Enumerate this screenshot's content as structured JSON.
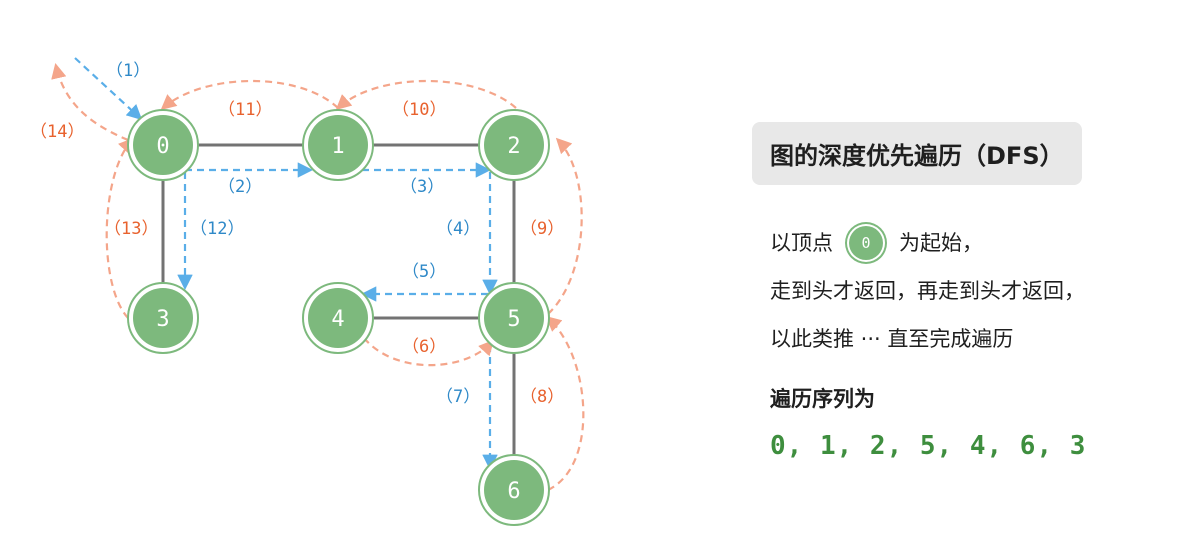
{
  "colors": {
    "node_fill": "#7db97d",
    "node_ring": "#7db97d",
    "edge": "#737373",
    "forward": "#5aaee8",
    "backtrack": "#f4a58a",
    "forward_text": "#2f89c8",
    "backtrack_text": "#e8622e"
  },
  "nodes": [
    {
      "id": 0,
      "label": "0"
    },
    {
      "id": 1,
      "label": "1"
    },
    {
      "id": 2,
      "label": "2"
    },
    {
      "id": 3,
      "label": "3"
    },
    {
      "id": 4,
      "label": "4"
    },
    {
      "id": 5,
      "label": "5"
    },
    {
      "id": 6,
      "label": "6"
    }
  ],
  "edges": [
    [
      0,
      1
    ],
    [
      1,
      2
    ],
    [
      0,
      3
    ],
    [
      2,
      5
    ],
    [
      4,
      5
    ],
    [
      5,
      6
    ]
  ],
  "steps": [
    {
      "label": "（1）",
      "kind": "forward"
    },
    {
      "label": "（2）",
      "kind": "forward"
    },
    {
      "label": "（3）",
      "kind": "forward"
    },
    {
      "label": "（4）",
      "kind": "forward"
    },
    {
      "label": "（5）",
      "kind": "forward"
    },
    {
      "label": "（6）",
      "kind": "backtrack"
    },
    {
      "label": "（7）",
      "kind": "forward"
    },
    {
      "label": "（8）",
      "kind": "backtrack"
    },
    {
      "label": "（9）",
      "kind": "backtrack"
    },
    {
      "label": "（10）",
      "kind": "backtrack"
    },
    {
      "label": "（11）",
      "kind": "backtrack"
    },
    {
      "label": "（12）",
      "kind": "forward"
    },
    {
      "label": "（13）",
      "kind": "backtrack"
    },
    {
      "label": "（14）",
      "kind": "backtrack"
    }
  ],
  "panel": {
    "title": "图的深度优先遍历（DFS）",
    "line1_prefix": "以顶点",
    "line1_node": "0",
    "line1_suffix": "为起始，",
    "line2": "走到头才返回，再走到头才返回，",
    "line3": "以此类推 ··· 直至完成遍历",
    "sequence_title": "遍历序列为",
    "sequence": "0, 1, 2, 5, 4, 6, 3"
  }
}
